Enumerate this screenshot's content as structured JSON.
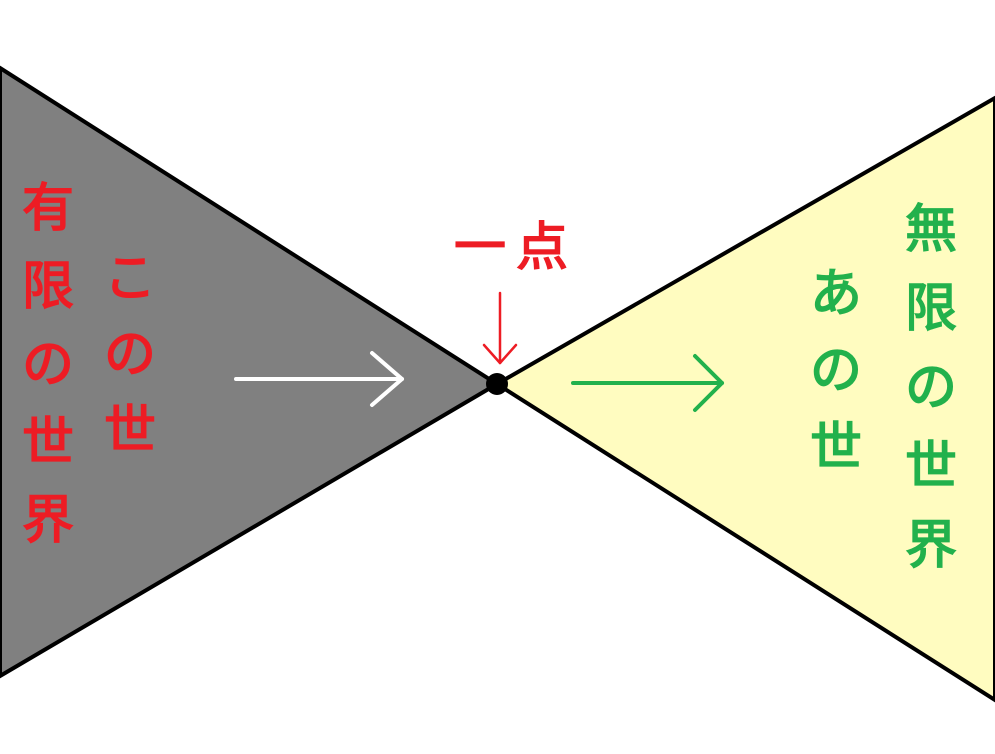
{
  "colors": {
    "left_fill": "#808080",
    "right_fill": "#fffcc0",
    "outline": "#000000",
    "red_text": "#ed1c24",
    "green_text": "#22b14c",
    "white_arrow": "#ffffff",
    "green_arrow": "#22b14c",
    "red_arrow": "#ed1c24",
    "point": "#000000"
  },
  "left_region": {
    "title": [
      "有",
      "限",
      "の",
      "世",
      "界"
    ],
    "subtitle": [
      "こ",
      "の",
      "世"
    ]
  },
  "right_region": {
    "title": [
      "無",
      "限",
      "の",
      "世",
      "界"
    ],
    "subtitle": [
      "あ",
      "の",
      "世"
    ]
  },
  "center": {
    "label": "一点"
  },
  "icons": {
    "left_arrow": "arrow-right-icon",
    "right_arrow": "arrow-right-icon",
    "point_arrow": "arrow-down-icon"
  }
}
